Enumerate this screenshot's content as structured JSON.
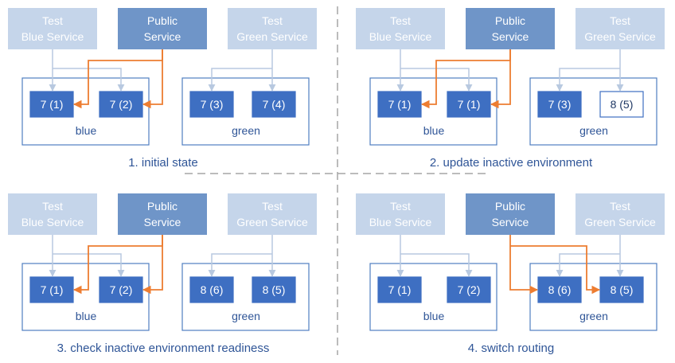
{
  "colors": {
    "test_service_fill": "#c5d5ea",
    "public_service_fill": "#6f95c8",
    "env_border": "#4f7ec0",
    "pod_fill": "#3e6fc2",
    "pod_new_border": "#3e6fc2",
    "orange_route": "#ed7d31",
    "gray_route": "#b8c9e0",
    "caption_text": "#2f5597",
    "divider": "#a6a6a6"
  },
  "panels": [
    {
      "caption": "1. initial state",
      "services": {
        "test_blue": [
          "Test",
          "Blue Service"
        ],
        "public": [
          "Public",
          "Service"
        ],
        "test_green": [
          "Test",
          "Green Service"
        ]
      },
      "blue_env": {
        "label": "blue",
        "pods": [
          "7 (1)",
          "7 (2)"
        ]
      },
      "green_env": {
        "label": "green",
        "pods": [
          "7 (3)",
          "7 (4)"
        ]
      },
      "pod_outlined": [
        false,
        false,
        false,
        false
      ],
      "public_routes_to": "blue"
    },
    {
      "caption": "2. update inactive environment",
      "services": {
        "test_blue": [
          "Test",
          "Blue Service"
        ],
        "public": [
          "Public",
          "Service"
        ],
        "test_green": [
          "Test",
          "Green Service"
        ]
      },
      "blue_env": {
        "label": "blue",
        "pods": [
          "7 (1)",
          "7 (1)"
        ]
      },
      "green_env": {
        "label": "green",
        "pods": [
          "7 (3)",
          "8 (5)"
        ]
      },
      "pod_outlined": [
        false,
        false,
        false,
        true
      ],
      "public_routes_to": "blue"
    },
    {
      "caption": "3. check inactive environment readiness",
      "services": {
        "test_blue": [
          "Test",
          "Blue Service"
        ],
        "public": [
          "Public",
          "Service"
        ],
        "test_green": [
          "Test",
          "Green Service"
        ]
      },
      "blue_env": {
        "label": "blue",
        "pods": [
          "7 (1)",
          "7 (2)"
        ]
      },
      "green_env": {
        "label": "green",
        "pods": [
          "8 (6)",
          "8 (5)"
        ]
      },
      "pod_outlined": [
        false,
        false,
        false,
        false
      ],
      "public_routes_to": "blue"
    },
    {
      "caption": "4. switch routing",
      "services": {
        "test_blue": [
          "Test",
          "Blue Service"
        ],
        "public": [
          "Public",
          "Service"
        ],
        "test_green": [
          "Test",
          "Green Service"
        ]
      },
      "blue_env": {
        "label": "blue",
        "pods": [
          "7 (1)",
          "7 (2)"
        ]
      },
      "green_env": {
        "label": "green",
        "pods": [
          "8 (6)",
          "8 (5)"
        ]
      },
      "pod_outlined": [
        false,
        false,
        false,
        false
      ],
      "public_routes_to": "green"
    }
  ]
}
